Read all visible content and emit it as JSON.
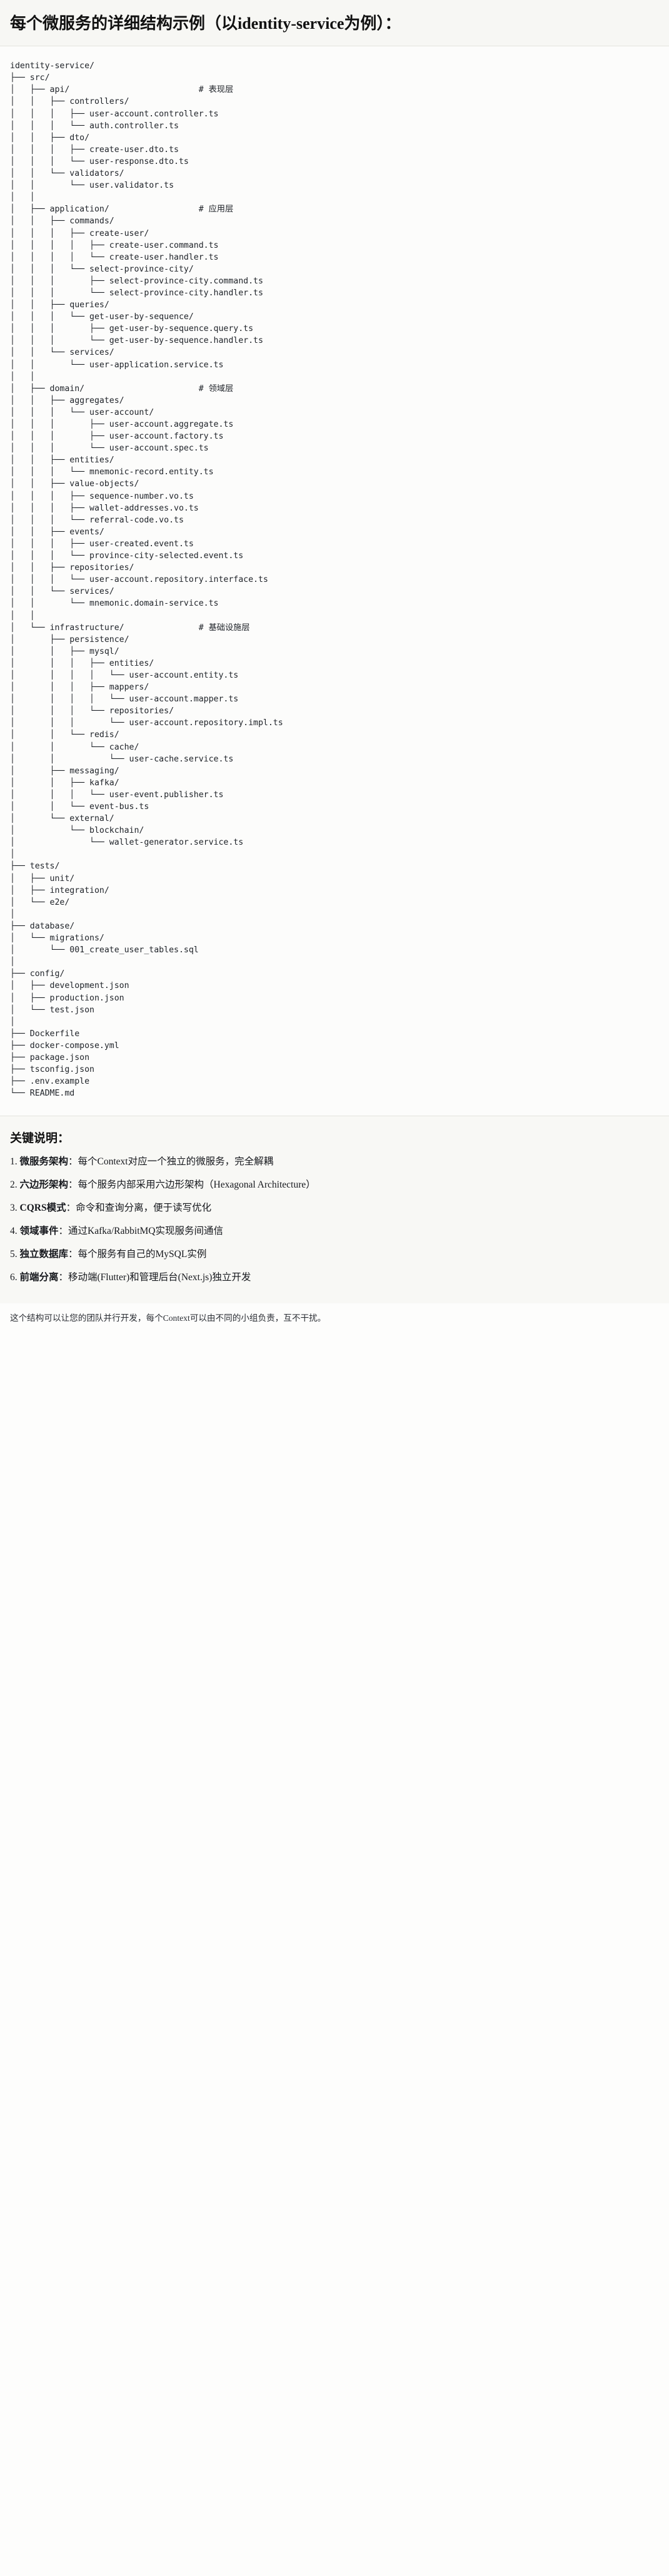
{
  "header": {
    "title": "每个微服务的详细结构示例（以identity-service为例）："
  },
  "tree": {
    "lines": [
      "identity-service/",
      "├── src/",
      "│   ├── api/                          # 表现层",
      "│   │   ├── controllers/",
      "│   │   │   ├── user-account.controller.ts",
      "│   │   │   └── auth.controller.ts",
      "│   │   ├── dto/",
      "│   │   │   ├── create-user.dto.ts",
      "│   │   │   └── user-response.dto.ts",
      "│   │   └── validators/",
      "│   │       └── user.validator.ts",
      "│   │",
      "│   ├── application/                  # 应用层",
      "│   │   ├── commands/",
      "│   │   │   ├── create-user/",
      "│   │   │   │   ├── create-user.command.ts",
      "│   │   │   │   └── create-user.handler.ts",
      "│   │   │   └── select-province-city/",
      "│   │   │       ├── select-province-city.command.ts",
      "│   │   │       └── select-province-city.handler.ts",
      "│   │   ├── queries/",
      "│   │   │   └── get-user-by-sequence/",
      "│   │   │       ├── get-user-by-sequence.query.ts",
      "│   │   │       └── get-user-by-sequence.handler.ts",
      "│   │   └── services/",
      "│   │       └── user-application.service.ts",
      "│   │",
      "│   ├── domain/                       # 领域层",
      "│   │   ├── aggregates/",
      "│   │   │   └── user-account/",
      "│   │   │       ├── user-account.aggregate.ts",
      "│   │   │       ├── user-account.factory.ts",
      "│   │   │       └── user-account.spec.ts",
      "│   │   ├── entities/",
      "│   │   │   └── mnemonic-record.entity.ts",
      "│   │   ├── value-objects/",
      "│   │   │   ├── sequence-number.vo.ts",
      "│   │   │   ├── wallet-addresses.vo.ts",
      "│   │   │   └── referral-code.vo.ts",
      "│   │   ├── events/",
      "│   │   │   ├── user-created.event.ts",
      "│   │   │   └── province-city-selected.event.ts",
      "│   │   ├── repositories/",
      "│   │   │   └── user-account.repository.interface.ts",
      "│   │   └── services/",
      "│   │       └── mnemonic.domain-service.ts",
      "│   │",
      "│   └── infrastructure/               # 基础设施层",
      "│       ├── persistence/",
      "│       │   ├── mysql/",
      "│       │   │   ├── entities/",
      "│       │   │   │   └── user-account.entity.ts",
      "│       │   │   ├── mappers/",
      "│       │   │   │   └── user-account.mapper.ts",
      "│       │   │   └── repositories/",
      "│       │   │       └── user-account.repository.impl.ts",
      "│       │   └── redis/",
      "│       │       └── cache/",
      "│       │           └── user-cache.service.ts",
      "│       ├── messaging/",
      "│       │   ├── kafka/",
      "│       │   │   └── user-event.publisher.ts",
      "│       │   └── event-bus.ts",
      "│       └── external/",
      "│           └── blockchain/",
      "│               └── wallet-generator.service.ts",
      "│",
      "├── tests/",
      "│   ├── unit/",
      "│   ├── integration/",
      "│   └── e2e/",
      "│",
      "├── database/",
      "│   └── migrations/",
      "│       └── 001_create_user_tables.sql",
      "│",
      "├── config/",
      "│   ├── development.json",
      "│   ├── production.json",
      "│   └── test.json",
      "│",
      "├── Dockerfile",
      "├── docker-compose.yml",
      "├── package.json",
      "├── tsconfig.json",
      "├── .env.example",
      "└── README.md"
    ]
  },
  "notes": {
    "title": "关键说明：",
    "items": [
      {
        "num": "1. ",
        "lead": "微服务架构",
        "body": "：每个Context对应一个独立的微服务，完全解耦"
      },
      {
        "num": "2. ",
        "lead": "六边形架构",
        "body": "：每个服务内部采用六边形架构（Hexagonal Architecture）"
      },
      {
        "num": "3. ",
        "lead": "CQRS模式",
        "body": "：命令和查询分离，便于读写优化"
      },
      {
        "num": "4. ",
        "lead": "领域事件",
        "body": "：通过Kafka/RabbitMQ实现服务间通信"
      },
      {
        "num": "5. ",
        "lead": "独立数据库",
        "body": "：每个服务有自己的MySQL实例"
      },
      {
        "num": "6. ",
        "lead": "前端分离",
        "body": "：移动端(Flutter)和管理后台(Next.js)独立开发"
      }
    ]
  },
  "footer": {
    "text": "这个结构可以让您的团队并行开发，每个Context可以由不同的小组负责，互不干扰。"
  }
}
